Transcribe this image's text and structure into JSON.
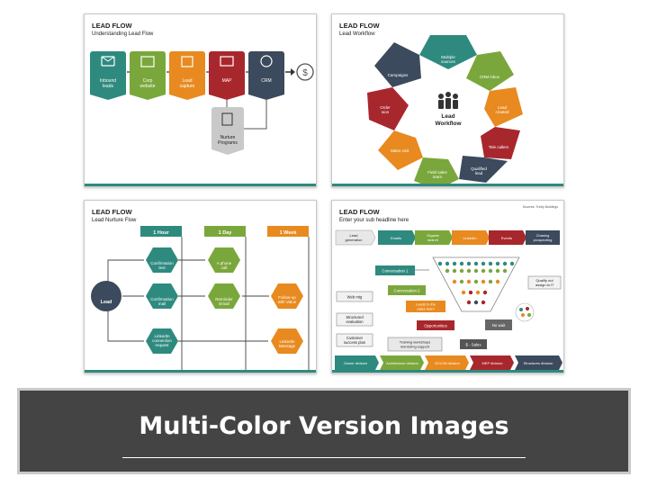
{
  "colors": {
    "teal": "#2e8a7f",
    "green": "#7aa73b",
    "orange": "#e88a1f",
    "red": "#a8272d",
    "navy": "#3b4a5c",
    "gray": "#8a8a8a",
    "banner": "#444444"
  },
  "slide1": {
    "title": "LEAD FLOW",
    "subtitle": "Understanding Lead Flow",
    "steps": [
      {
        "label": "Inbound leads",
        "icon": "envelope-icon"
      },
      {
        "label": "Corp website",
        "icon": "website-icon"
      },
      {
        "label": "Lead capture",
        "icon": "capture-icon"
      },
      {
        "label": "MAP",
        "icon": "map-icon"
      },
      {
        "label": "CRM",
        "icon": "crm-icon"
      }
    ],
    "nurture": "Nurture Programs",
    "end_icon": "dollar-icon"
  },
  "slide2": {
    "title": "LEAD FLOW",
    "subtitle": "Lead Workflow",
    "center_line1": "Lead",
    "center_line2": "Workflow",
    "segments": [
      "Multiple sources",
      "CRM inbox",
      "Lead created",
      "Tele callers",
      "Qualified lead",
      "Field sales team",
      "Sales visit",
      "Order won",
      "Campaigns"
    ]
  },
  "slide3": {
    "title": "LEAD FLOW",
    "subtitle": "Lead Nurture Flow",
    "headers": [
      "1 Hour",
      "1 Day",
      "1 Week"
    ],
    "lead": "Lead",
    "col1": [
      "Confirmation text",
      "Confirmation mail",
      "LinkedIn connection request"
    ],
    "col2": [
      "A phone call",
      "Reminder Email"
    ],
    "col3": [
      "Follow-up with Value",
      "LinkedIn Message"
    ]
  },
  "slide4": {
    "title": "LEAD FLOW",
    "subtitle": "Enter your sub headline here",
    "source": "Sources: Trinity Buildings",
    "top_row": [
      "Lead generation",
      "Emails",
      "Organic search",
      "LinkedIn",
      "Events",
      "Chasing prospecting"
    ],
    "funnel_labels": [
      "Conversation 1",
      "Conversation 2",
      "Leads to the sales team",
      "Opportunities"
    ],
    "left_boxes": [
      "Web mtg",
      "Structured evaluation",
      "Customer success plan"
    ],
    "side_boxes": [
      "Qualify out assign to Π",
      "No wait",
      "$ - Sales"
    ],
    "training": "Training workshops mentoring support",
    "bottom_row": [
      "Owner division",
      "Architecture division",
      "GC/CM division",
      "MEP division",
      "Structures division"
    ]
  },
  "banner": {
    "title": "Multi-Color Version Images"
  }
}
